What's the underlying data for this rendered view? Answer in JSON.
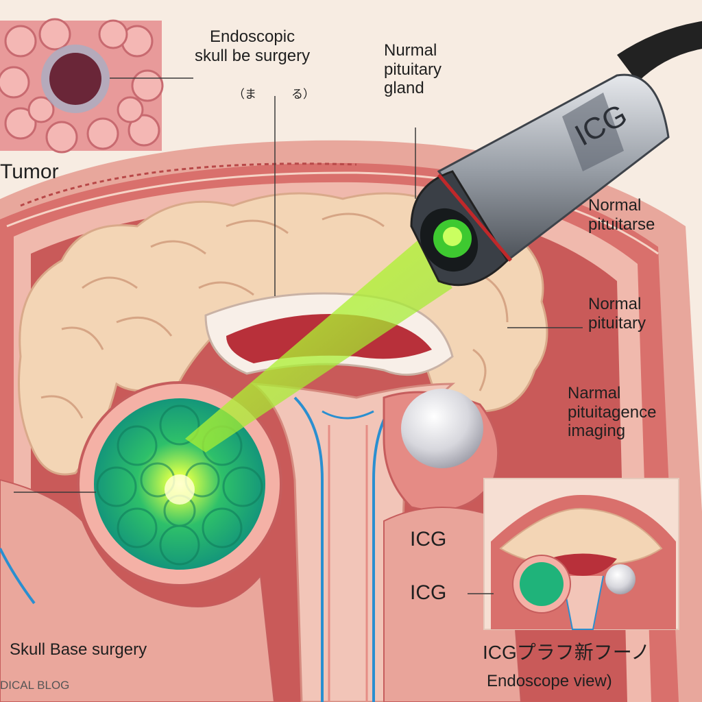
{
  "labels": {
    "tumor": "Tumor",
    "endoscopic": "Endoscopic\nskull be surgery",
    "endoscopic_sub": "（ま　　　る）",
    "npg_top": "Nurmal\npituitary\ngland",
    "np_right1": "Normal\npituitarse",
    "np_right2": "Normal\npituitary",
    "np_right3": "Narmal\npituitagence\nimaging",
    "icg_1": "ICG",
    "icg_2": "ICG",
    "scope_text": "ICG",
    "skull_base": "Skull Base surgery",
    "blog": "DICAL BLOG",
    "endo_view_title": "ICGプラフ新フーノ",
    "endo_view_sub": "Endoscope view)"
  },
  "colors": {
    "background": "#f7ece2",
    "tissue": "#e07a78",
    "brain": "#f3d5b5",
    "tumor_fluorescence": "#1fb37a",
    "laser_green": "#9ef03a",
    "cerebrospinal_blue": "#2a8fd0"
  }
}
